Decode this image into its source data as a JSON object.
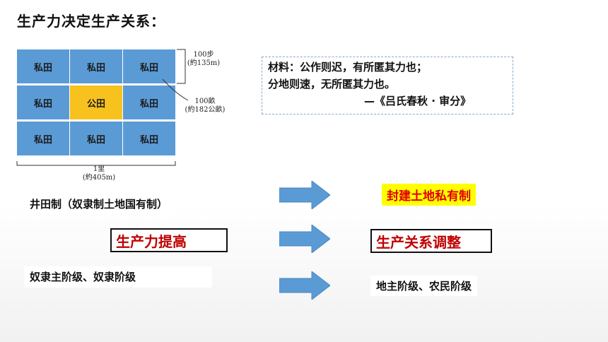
{
  "title": "生产力决定生产关系：",
  "well_field": {
    "plots": [
      "私田",
      "私田",
      "私田",
      "私田",
      "公田",
      "私田",
      "私田",
      "私田",
      "私田"
    ],
    "annotation_top": [
      "100步",
      "(約135m)"
    ],
    "annotation_mid": [
      "100畝",
      "(約182公畝)"
    ],
    "annotation_bottom": [
      "1里",
      "(約405m)"
    ]
  },
  "source": {
    "line1": "材料：公作则迟，有所匿其力也；",
    "line2": "分地则速，无所匿其力也。",
    "attribution": "—《吕氏春秋 · 审分》"
  },
  "rows": {
    "left_top": "井田制（奴隶制土地国有制）",
    "left_mid": "生产力提高",
    "left_bottom": "奴隶主阶级、奴隶阶级",
    "right_top": "封建土地私有制",
    "right_mid": "生产关系调整",
    "right_bottom": "地主阶级、农民阶级"
  },
  "colors": {
    "private_plot": "#5b9bd5",
    "public_plot": "#f7c11e",
    "arrow": "#5b9bd5",
    "highlight_bg": "#ffff00",
    "emphasis_text": "#c00000"
  }
}
